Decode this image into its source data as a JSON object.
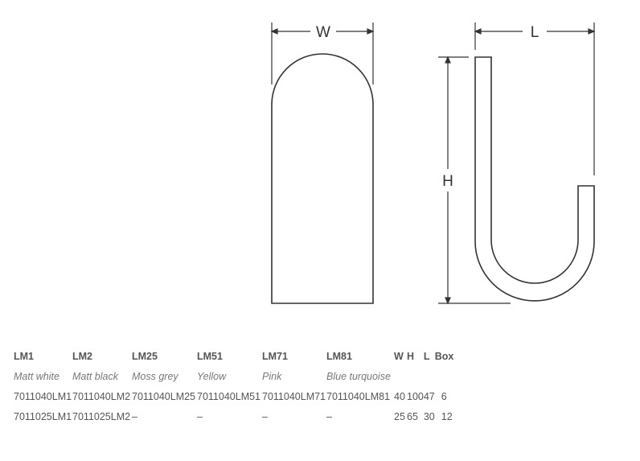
{
  "drawing": {
    "width_label": "W",
    "length_label": "L",
    "height_label": "H"
  },
  "table": {
    "headers": [
      "LM1",
      "LM2",
      "LM25",
      "LM51",
      "LM71",
      "LM81",
      "W",
      "H",
      "L",
      "Box"
    ],
    "color_names": [
      "Matt white",
      "Matt black",
      "Moss grey",
      "Yellow",
      "Pink",
      "Blue turquoise"
    ],
    "rows": [
      {
        "codes": [
          "7011040LM1",
          "7011040LM2",
          "7011040LM25",
          "7011040LM51",
          "7011040LM71",
          "7011040LM81"
        ],
        "w": "40",
        "h": "100",
        "l": "47",
        "box": "6"
      },
      {
        "codes": [
          "7011025LM1",
          "7011025LM2",
          "–",
          "–",
          "–",
          "–"
        ],
        "w": "25",
        "h": "65",
        "l": "30",
        "box": "12"
      }
    ]
  }
}
